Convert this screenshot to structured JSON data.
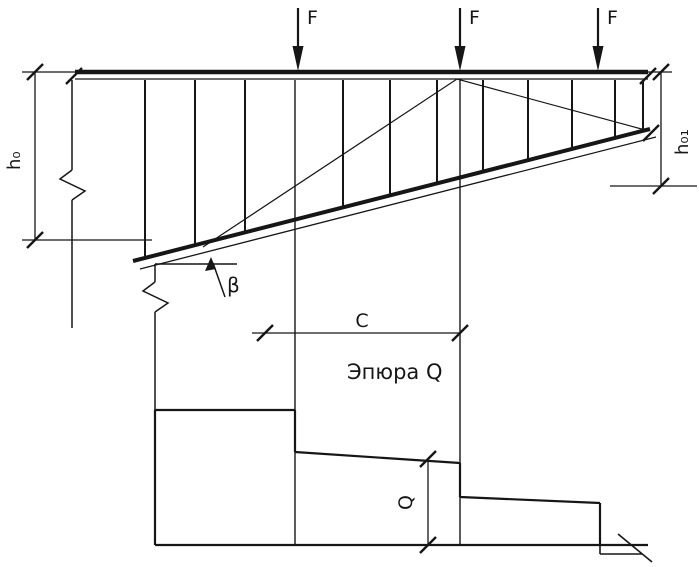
{
  "colors": {
    "ink": "#161616",
    "paper": "#ffffff"
  },
  "beam": {
    "load_labels": [
      "F",
      "F",
      "F"
    ],
    "dim_left": "h₀",
    "dim_right": "h₀₁",
    "angle": "β"
  },
  "shear": {
    "title": "Эпюра Q",
    "span_label": "C",
    "value_label": "Q"
  }
}
